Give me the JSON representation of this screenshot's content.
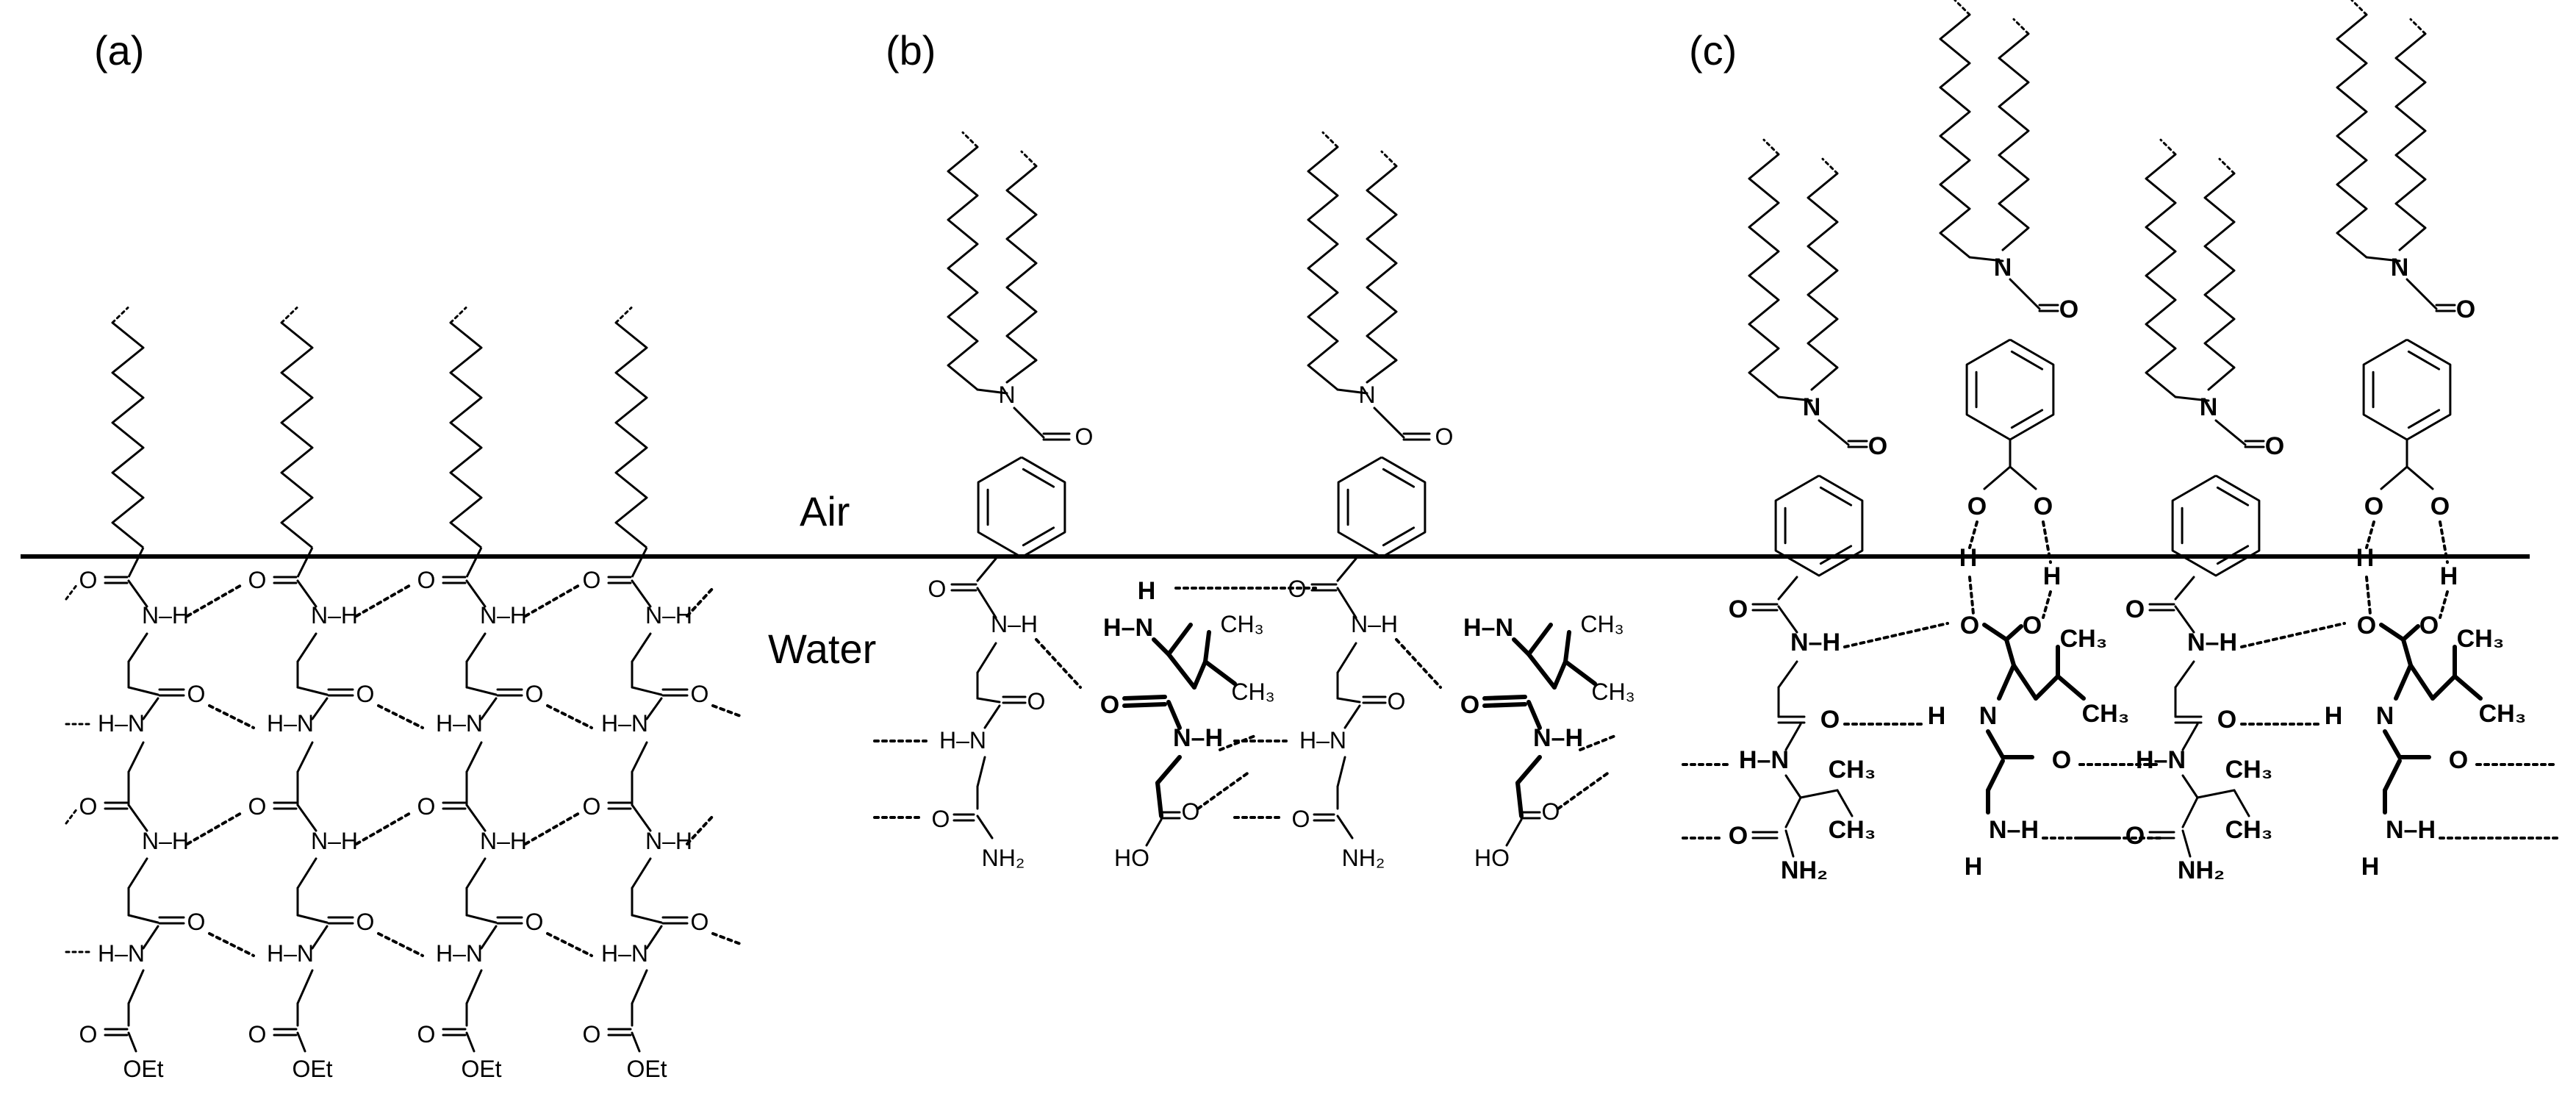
{
  "panels": [
    {
      "label": "(a)"
    },
    {
      "label": "(b)"
    },
    {
      "label": "(c)"
    }
  ],
  "media": {
    "air": "Air",
    "water": "Water"
  },
  "atoms": {
    "O": "O",
    "N": "N",
    "H": "H",
    "NH": "N–H",
    "HN": "H–N",
    "OEt": "OEt",
    "NH2": "NH₂",
    "HO": "HO",
    "CH3": "CH₃"
  }
}
